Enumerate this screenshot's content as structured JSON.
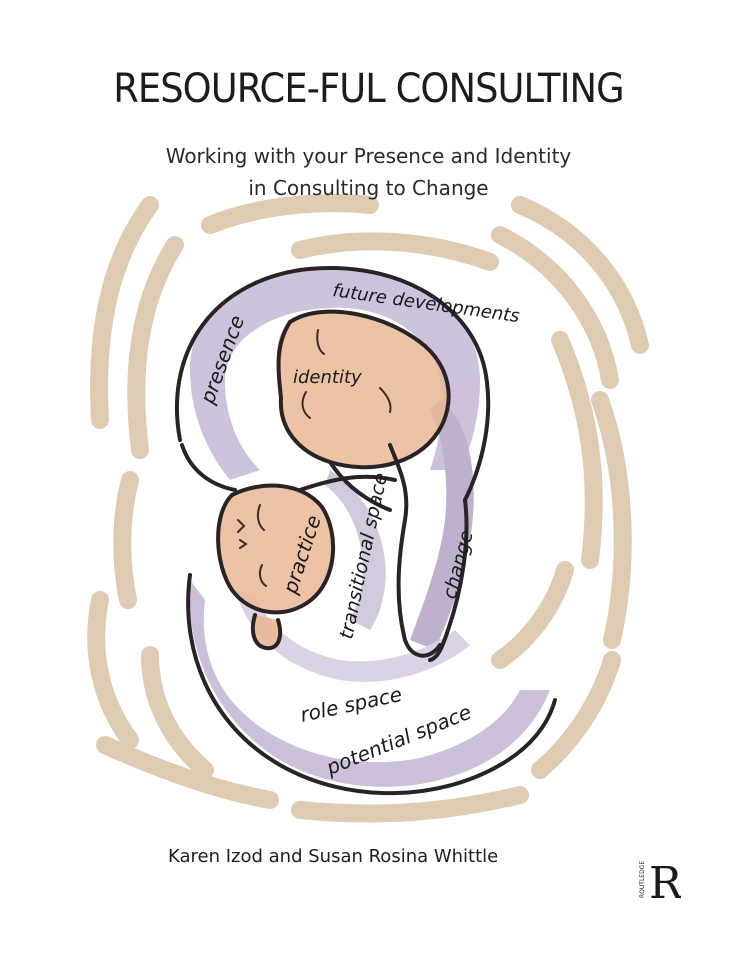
{
  "cover": {
    "title": "RESOURCE-FUL CONSULTING",
    "subtitle_line1": "Working with your Presence and Identity",
    "subtitle_line2": "in Consulting to Change",
    "authors": "Karen Izod and Susan Rosina Whittle",
    "publisher_vertical": "ROUTLEDGE",
    "publisher_letter": "R"
  },
  "illustration": {
    "labels": {
      "presence": "presence",
      "future_developments": "future developments",
      "identity": "identity",
      "practice": "practice",
      "transitional_space": "transitional space",
      "change": "change",
      "role_space": "role space",
      "potential_space": "potential space"
    }
  },
  "colors": {
    "swirl_tan": "#d9c2a5",
    "lavender": "#b7a9c9",
    "lavender_light": "#d8cfe3",
    "skin": "#eab896",
    "outline": "#2a2326"
  }
}
